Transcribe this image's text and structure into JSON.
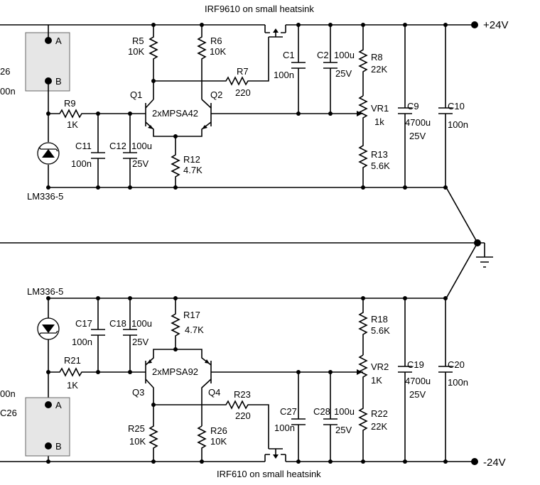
{
  "title_top": "IRF9610 on small heatsink",
  "title_bottom": "IRF610 on small heatsink",
  "rails": {
    "pos": "+24V",
    "neg": "-24V"
  },
  "edge_labels": {
    "top_a": "26",
    "top_b": "00n",
    "bot_a": "00n",
    "bot_b": "C26"
  },
  "top": {
    "box_a": "A",
    "box_b": "B",
    "R5": "R5",
    "R5v": "10K",
    "R6": "R6",
    "R6v": "10K",
    "R7": "R7",
    "R7v": "220",
    "C1": "C1",
    "C1v": "100n",
    "C2": "C2",
    "C2v": "100u",
    "C2w": "25V",
    "R8": "R8",
    "R8v": "22K",
    "Q1": "Q1",
    "Q2": "Q2",
    "pair": "2xMPSA42",
    "R9": "R9",
    "R9v": "1K",
    "VR1": "VR1",
    "VR1v": "1k",
    "C9": "C9",
    "C9v": "4700u",
    "C9w": "25V",
    "C10": "C10",
    "C10v": "100n",
    "C11": "C11",
    "C11v": "100n",
    "C12": "C12",
    "C12v": "100u",
    "C12w": "25V",
    "R12": "R12",
    "R12v": "4.7K",
    "R13": "R13",
    "R13v": "5.6K",
    "ref": "LM336-5"
  },
  "bottom": {
    "ref": "LM336-5",
    "C17": "C17",
    "C17v": "100n",
    "C18": "C18",
    "C18v": "100u",
    "C18w": "25V",
    "R17": "R17",
    "R17v": "4.7K",
    "R18": "R18",
    "R18v": "5.6K",
    "R21": "R21",
    "R21v": "1K",
    "pair": "2xMPSA92",
    "VR2": "VR2",
    "VR2v": "1K",
    "C19": "C19",
    "C19v": "4700u",
    "C19w": "25V",
    "C20": "C20",
    "C20v": "100n",
    "Q3": "Q3",
    "Q4": "Q4",
    "R23": "R23",
    "R23v": "220",
    "C27": "C27",
    "C27v": "100n",
    "C28": "C28",
    "C28v": "100u",
    "C28w": "25V",
    "R22": "R22",
    "R22v": "22K",
    "R25": "R25",
    "R25v": "10K",
    "R26": "R26",
    "R26v": "10K",
    "box_a": "A",
    "box_b": "B"
  }
}
